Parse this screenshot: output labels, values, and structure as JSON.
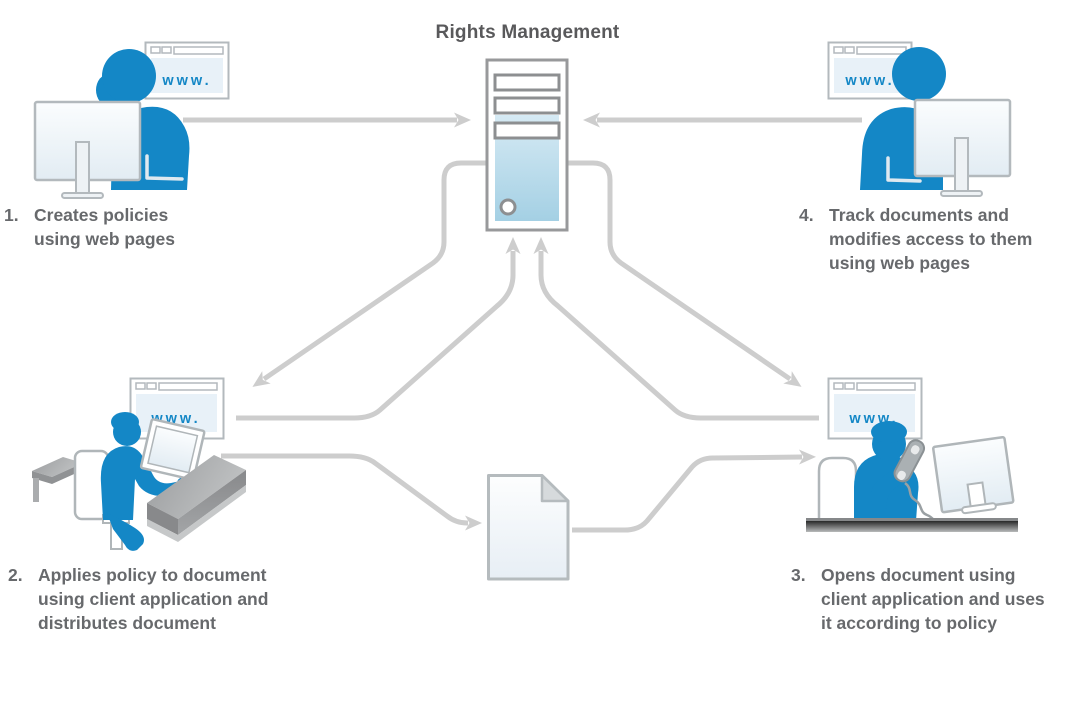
{
  "title": "Rights Management",
  "browser": {
    "label": "www."
  },
  "steps": [
    {
      "number": "1.",
      "lines": [
        "Creates policies",
        "using web pages"
      ]
    },
    {
      "number": "2.",
      "lines": [
        "Applies policy to document",
        "using client application and",
        "distributes document"
      ]
    },
    {
      "number": "3.",
      "lines": [
        "Opens document using",
        "client application and uses",
        "it according to policy"
      ]
    },
    {
      "number": "4.",
      "lines": [
        "Track documents and",
        "modifies access to them",
        "using web pages"
      ]
    }
  ],
  "connections": [
    {
      "from": "user-1",
      "to": "server"
    },
    {
      "from": "user-4",
      "to": "server"
    },
    {
      "from": "server",
      "to": "user-2-browser"
    },
    {
      "from": "server",
      "to": "user-3-browser"
    },
    {
      "from": "user-2-browser",
      "to": "server"
    },
    {
      "from": "user-3-browser",
      "to": "server"
    },
    {
      "from": "user-2",
      "to": "document"
    },
    {
      "from": "document",
      "to": "user-3"
    }
  ],
  "colors": {
    "accent_blue": "#1487c6",
    "arrow_gray": "#cdcdcd",
    "outline_gray": "#b3b9bd",
    "text_gray": "#67696c",
    "title_gray": "#59595b",
    "server_blue_top": "#d3e8f2",
    "server_blue_bottom": "#a6d1e5",
    "browser_fill": "#e8f1f8",
    "desk_gray": "#a8aaac",
    "phone_gray": "#aab0b3"
  },
  "icons": [
    "server-icon",
    "document-icon",
    "browser-window-icon",
    "person-icon",
    "monitor-icon",
    "desk-icon",
    "chair-icon",
    "phone-icon",
    "arrow-icon"
  ]
}
